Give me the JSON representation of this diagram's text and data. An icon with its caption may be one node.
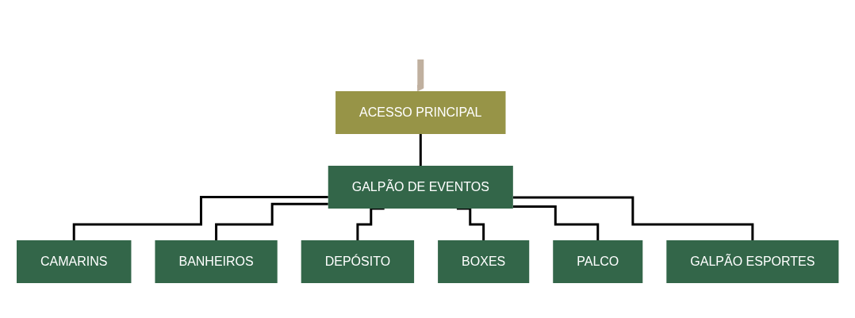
{
  "diagram": {
    "nodes": [
      {
        "text": [
          "ACESSO PRINCIPAL"
        ]
      },
      {
        "text": [
          "GALPÃO DE EVENTOS"
        ]
      },
      {
        "text": [
          "CAMARINS"
        ]
      },
      {
        "text": [
          "BANHEIROS"
        ]
      },
      {
        "text": [
          "DEPÓSITO"
        ]
      },
      {
        "text": [
          "BOXES"
        ]
      },
      {
        "text": [
          "PALCO"
        ]
      },
      {
        "text": [
          "GALPÃO ESPORTES"
        ]
      }
    ],
    "edges": [
      {
        "from": null,
        "to": 0,
        "arrow": "to",
        "style": "thick",
        "color": "#c0b09f"
      },
      {
        "from": 0,
        "to": 1,
        "arrow": "none"
      },
      {
        "from": 1,
        "to": 2,
        "arrow": "none"
      },
      {
        "from": 1,
        "to": 3,
        "arrow": "none"
      },
      {
        "from": 1,
        "to": 4,
        "arrow": "none"
      },
      {
        "from": 1,
        "to": 5,
        "arrow": "none"
      },
      {
        "from": 1,
        "to": 6,
        "arrow": "none"
      },
      {
        "from": 1,
        "to": 7,
        "arrow": "none"
      }
    ]
  }
}
